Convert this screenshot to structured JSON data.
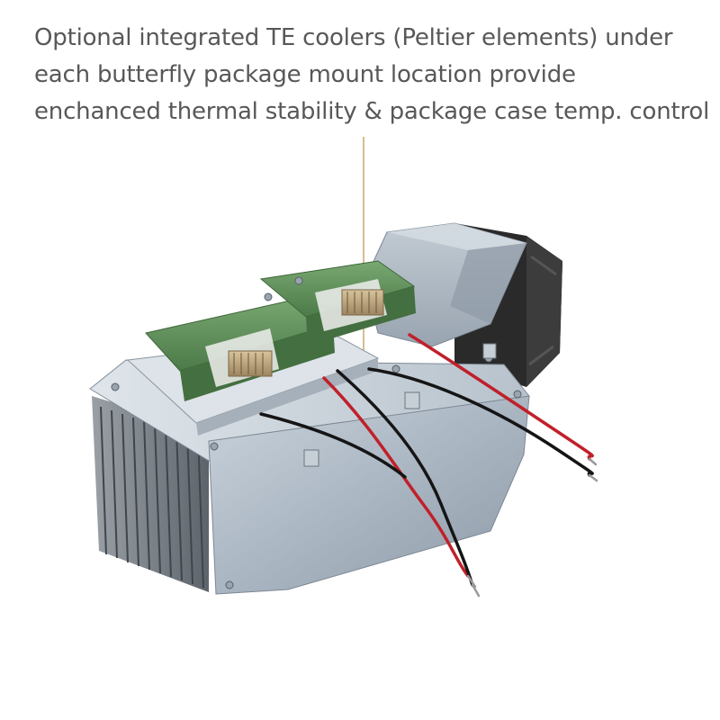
{
  "caption": {
    "lines": [
      "Optional integrated TE coolers (Peltier elements) under",
      "each butterfly package mount location provide",
      "enchanced thermal stability & package case temp. control"
    ]
  },
  "colors": {
    "text": "#58585a",
    "callout_line": "#c8a96a",
    "chassis": "#b4c0cc",
    "pcb": "#5a8a55",
    "connector": "#b8a07a",
    "wire_red": "#c0202a",
    "wire_black": "#151515",
    "fan": "#2a2a2a"
  },
  "icons": {
    "photo": "laser-mount-assembly-photo"
  }
}
